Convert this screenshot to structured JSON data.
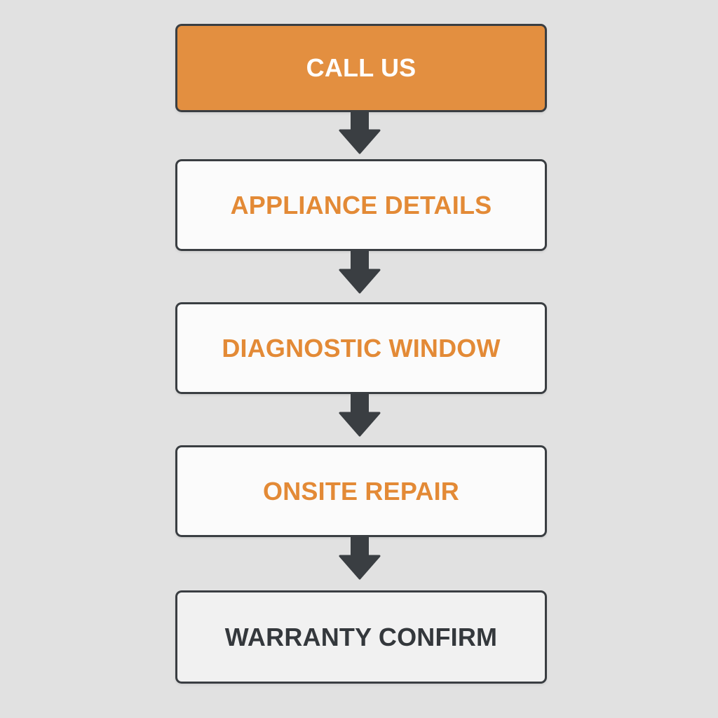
{
  "flow": {
    "steps": [
      {
        "label": "CALL US"
      },
      {
        "label": "APPLIANCE DETAILS"
      },
      {
        "label": "DIAGNOSTIC WINDOW"
      },
      {
        "label": "ONSITE REPAIR"
      },
      {
        "label": "WARRANTY CONFIRM"
      }
    ],
    "connector_icon": "arrow-down-icon"
  },
  "colors": {
    "background": "#e1e1e1",
    "accent_orange": "#e38f40",
    "orange_text": "#e38a36",
    "dark": "#3a3e42",
    "box_white": "#fbfbfb",
    "box_light_gray": "#f1f1f1"
  }
}
